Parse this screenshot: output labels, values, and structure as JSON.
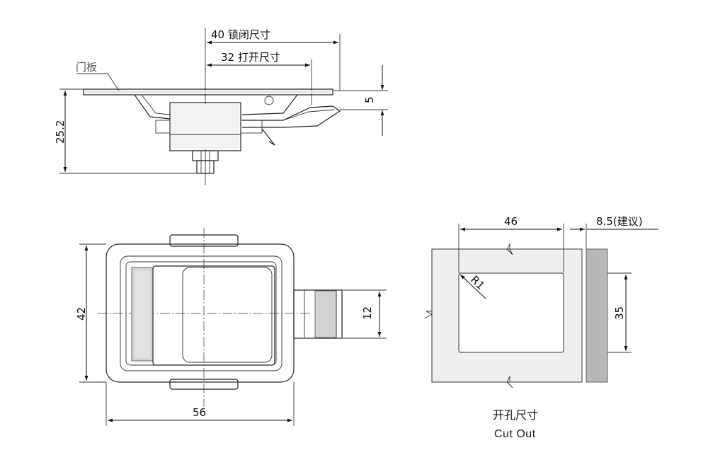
{
  "side_view": {
    "dim_lock": "40 锁闭尺寸",
    "dim_open": "32 打开尺寸",
    "label_panel": "门板",
    "dim_height": "25.2",
    "dim_thickness": "5"
  },
  "front_view": {
    "dim_height": "42",
    "dim_width": "56",
    "dim_bolt": "12"
  },
  "cutout_view": {
    "dim_width": "46",
    "dim_radius": "R1",
    "dim_height": "35",
    "dim_panel": "8.5(建议)",
    "caption_cn": "开孔尺寸",
    "caption_en": "Cut Out"
  }
}
